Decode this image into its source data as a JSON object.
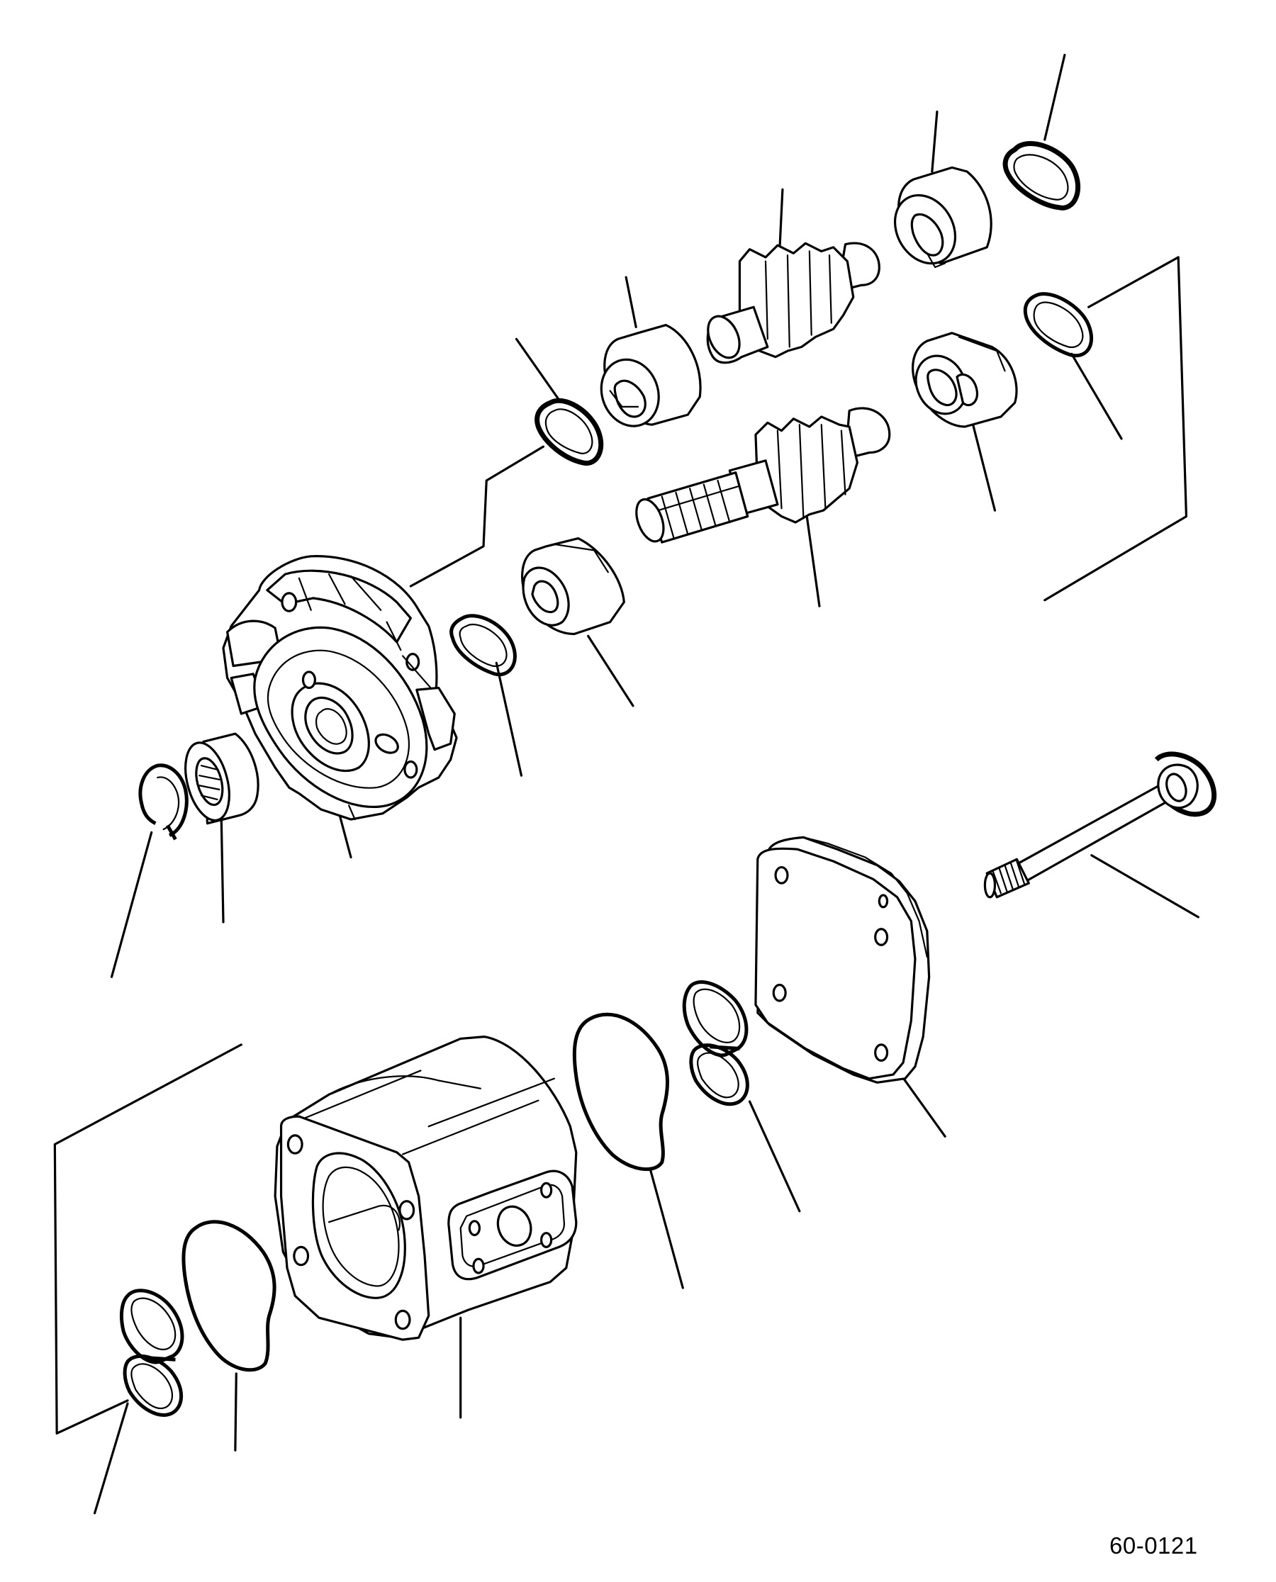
{
  "drawing": {
    "code": "60-0121"
  },
  "parts": [
    {
      "name": "pump-cover-flange"
    },
    {
      "name": "drive-gear-shaft"
    },
    {
      "name": "driven-gear-shaft"
    },
    {
      "name": "bushing"
    },
    {
      "name": "seal-ring"
    },
    {
      "name": "oil-seal"
    },
    {
      "name": "snap-ring"
    },
    {
      "name": "pump-body"
    },
    {
      "name": "o-ring"
    },
    {
      "name": "end-cover"
    },
    {
      "name": "through-bolt-with-washer"
    }
  ]
}
